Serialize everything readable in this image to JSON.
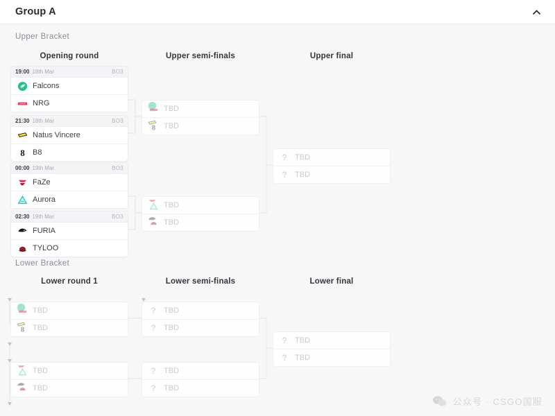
{
  "header": {
    "title": "Group A",
    "collapse_icon": "chevron-up-icon"
  },
  "upper": {
    "bracket_label": "Upper Bracket",
    "rounds": [
      {
        "label": "Opening round"
      },
      {
        "label": "Upper semi-finals"
      },
      {
        "label": "Upper final"
      }
    ],
    "opening_round": [
      {
        "time": "19:00",
        "date": "18th Mar",
        "format": "BO3",
        "teams": [
          {
            "name": "Falcons",
            "logo": "falcons-logo"
          },
          {
            "name": "NRG",
            "logo": "nrg-logo"
          }
        ]
      },
      {
        "time": "21:30",
        "date": "18th Mar",
        "format": "BO3",
        "teams": [
          {
            "name": "Natus Vincere",
            "logo": "navi-logo"
          },
          {
            "name": "B8",
            "logo": "b8-logo"
          }
        ]
      },
      {
        "time": "00:00",
        "date": "19th Mar",
        "format": "BO3",
        "teams": [
          {
            "name": "FaZe",
            "logo": "faze-logo"
          },
          {
            "name": "Aurora",
            "logo": "aurora-logo"
          }
        ]
      },
      {
        "time": "02:30",
        "date": "19th Mar",
        "format": "BO3",
        "teams": [
          {
            "name": "FURIA",
            "logo": "furia-logo"
          },
          {
            "name": "TYLOO",
            "logo": "tyloo-logo"
          }
        ]
      }
    ],
    "semi_finals": [
      {
        "teams": [
          {
            "name": "TBD",
            "logo": "falcons-nrg-stack"
          },
          {
            "name": "TBD",
            "logo": "navi-b8-stack"
          }
        ]
      },
      {
        "teams": [
          {
            "name": "TBD",
            "logo": "faze-aurora-stack"
          },
          {
            "name": "TBD",
            "logo": "furia-tyloo-stack"
          }
        ]
      }
    ],
    "final": [
      {
        "teams": [
          {
            "name": "TBD",
            "logo": "question-icon"
          },
          {
            "name": "TBD",
            "logo": "question-icon"
          }
        ]
      }
    ]
  },
  "lower": {
    "bracket_label": "Lower Bracket",
    "rounds": [
      {
        "label": "Lower round 1"
      },
      {
        "label": "Lower semi-finals"
      },
      {
        "label": "Lower final"
      }
    ],
    "round1": [
      {
        "teams": [
          {
            "name": "TBD",
            "logo": "falcons-nrg-stack"
          },
          {
            "name": "TBD",
            "logo": "navi-b8-stack"
          }
        ]
      },
      {
        "teams": [
          {
            "name": "TBD",
            "logo": "faze-aurora-stack"
          },
          {
            "name": "TBD",
            "logo": "furia-tyloo-stack"
          }
        ]
      }
    ],
    "semi_finals": [
      {
        "teams": [
          {
            "name": "TBD",
            "logo": "question-icon"
          },
          {
            "name": "TBD",
            "logo": "question-icon"
          }
        ]
      },
      {
        "teams": [
          {
            "name": "TBD",
            "logo": "question-icon"
          },
          {
            "name": "TBD",
            "logo": "question-icon"
          }
        ]
      }
    ],
    "final": [
      {
        "teams": [
          {
            "name": "TBD",
            "logo": "question-icon"
          },
          {
            "name": "TBD",
            "logo": "question-icon"
          }
        ]
      }
    ]
  },
  "watermark": {
    "icon": "wechat-icon",
    "text": "公众号 · CSGO国服"
  },
  "colors": {
    "page_bg": "#f7f7f8",
    "card_bg": "#ffffff",
    "border": "#ededf0",
    "text": "#3c3c46",
    "muted": "#a6a6b0",
    "tbd": "#c9c9d1",
    "falcons": "#27c08a",
    "nrg": "#e8254a",
    "navi": "#f2e513",
    "b8": "#1b1b1b",
    "faze": "#e4254f",
    "aurora": "#27c9c2",
    "furia": "#1b1b1b",
    "tyloo": "#8f2230"
  }
}
